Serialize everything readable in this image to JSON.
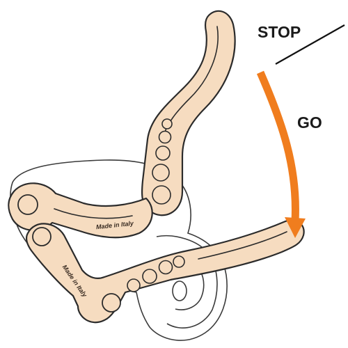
{
  "labels": {
    "stop": "STOP",
    "go": "GO"
  },
  "stamps": {
    "upper_arm": "Made in Italy",
    "lower_arm": "Made in Italy"
  },
  "colors": {
    "part_fill": "#f6dcc0",
    "part_stroke": "#2b2b2b",
    "body_stroke": "#3a3a3a",
    "arrow": "#f07d1e",
    "stop_line": "#111111",
    "text": "#1a1a1a"
  }
}
